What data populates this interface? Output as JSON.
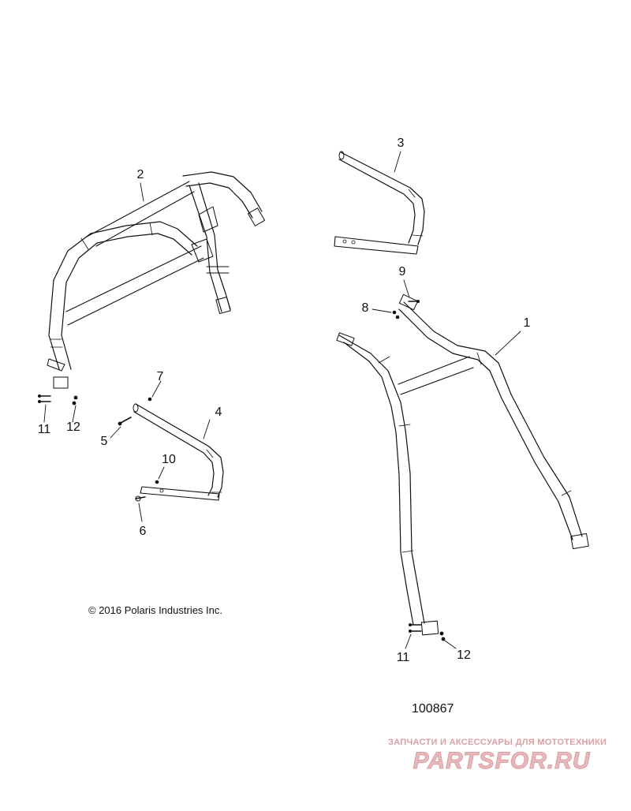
{
  "callouts": {
    "c1": "1",
    "c2": "2",
    "c3": "3",
    "c4": "4",
    "c5": "5",
    "c6": "6",
    "c7": "7",
    "c8": "8",
    "c9": "9",
    "c10": "10",
    "c11a": "11",
    "c12a": "12",
    "c11b": "11",
    "c12b": "12"
  },
  "copyright": "© 2016 Polaris Industries Inc.",
  "figure_id": "100867",
  "watermark": {
    "tagline": "ЗАПЧАСТИ И АКСЕССУАРЫ ДЛЯ МОТОТЕХНИКИ",
    "logo_text": "PARTSFOR.RU",
    "color": "#d9a0a3"
  },
  "colors": {
    "line": "#111111",
    "background": "#ffffff"
  }
}
